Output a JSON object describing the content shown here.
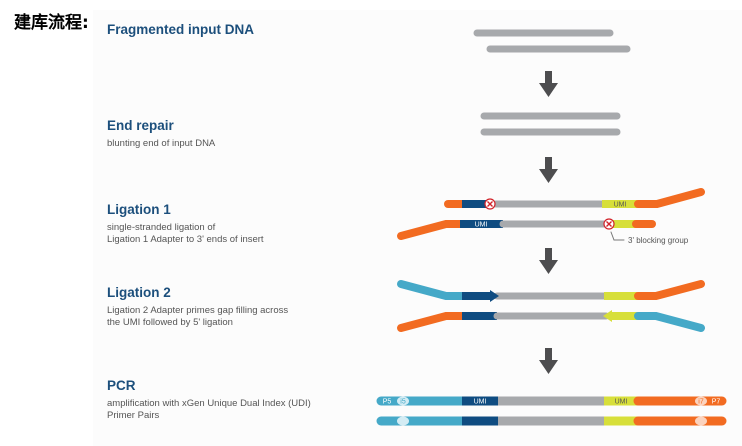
{
  "heading": "建库流程:",
  "steps": [
    {
      "title": "Fragmented input DNA",
      "desc": []
    },
    {
      "title": "End repair",
      "desc": [
        "blunting end of input DNA"
      ]
    },
    {
      "title": "Ligation 1",
      "desc": [
        "single-stranded ligation of",
        "Ligation 1 Adapter to 3' ends of insert"
      ]
    },
    {
      "title": "Ligation 2",
      "desc": [
        "Ligation 2 Adapter primes gap filling across",
        "the UMI followed by 5' ligation"
      ]
    },
    {
      "title": "PCR",
      "desc": [
        "amplification with xGen Unique Dual Index (UDI)",
        "Primer Pairs"
      ]
    }
  ],
  "labels": {
    "umi": "UMI",
    "blocking": "3' blocking group",
    "p5": "P5",
    "i5": "i5",
    "i7": "i7",
    "p7": "P7"
  },
  "colors": {
    "insert": "#a7a9ac",
    "adapter1": "#f26b21",
    "adapter2": "#45a9c8",
    "umi": "#0f4c81",
    "index": "#d7df3a",
    "blocking": "#d2232a",
    "arrow": "#4d4d4f",
    "title": "#1c4f7c"
  }
}
